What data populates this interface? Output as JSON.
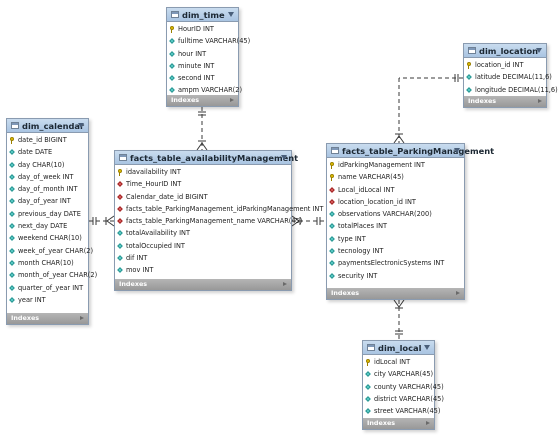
{
  "indexes_label": "Indexes",
  "colors": {
    "header": "#b3cbe5",
    "primary_key": "#e7c300",
    "column": "#5fd0cc",
    "foreign_key": "#e06060",
    "footer": "#a5a5a5"
  },
  "tables": [
    {
      "id": "dim-time",
      "title": "dim_time",
      "columns": [
        {
          "icon": "pk",
          "text": "HourID INT"
        },
        {
          "icon": "col",
          "text": "fulltime VARCHAR(45)"
        },
        {
          "icon": "col",
          "text": "hour INT"
        },
        {
          "icon": "col",
          "text": "minute INT"
        },
        {
          "icon": "col",
          "text": "second INT"
        },
        {
          "icon": "col",
          "text": "ampm VARCHAR(2)"
        }
      ]
    },
    {
      "id": "dim-location",
      "title": "dim_location",
      "columns": [
        {
          "icon": "pk",
          "text": "location_id INT"
        },
        {
          "icon": "col",
          "text": "latitude DECIMAL(11,6)"
        },
        {
          "icon": "col",
          "text": "longitude DECIMAL(11,6)"
        }
      ]
    },
    {
      "id": "dim-calendar",
      "title": "dim_calendar",
      "columns": [
        {
          "icon": "pk",
          "text": "date_id BIGINT"
        },
        {
          "icon": "col",
          "text": "date DATE"
        },
        {
          "icon": "col",
          "text": "day CHAR(10)"
        },
        {
          "icon": "col",
          "text": "day_of_week INT"
        },
        {
          "icon": "col",
          "text": "day_of_month INT"
        },
        {
          "icon": "col",
          "text": "day_of_year INT"
        },
        {
          "icon": "col",
          "text": "previous_day DATE"
        },
        {
          "icon": "col",
          "text": "next_day DATE"
        },
        {
          "icon": "col",
          "text": "weekend CHAR(10)"
        },
        {
          "icon": "col",
          "text": "week_of_year CHAR(2)"
        },
        {
          "icon": "col",
          "text": "month CHAR(10)"
        },
        {
          "icon": "col",
          "text": "month_of_year CHAR(2)"
        },
        {
          "icon": "col",
          "text": "quarter_of_year INT"
        },
        {
          "icon": "col",
          "text": "year INT"
        }
      ]
    },
    {
      "id": "facts-availability",
      "title": "facts_table_availabilityManagement",
      "columns": [
        {
          "icon": "pk",
          "text": "idavailability INT"
        },
        {
          "icon": "fk",
          "text": "Time_HourID INT"
        },
        {
          "icon": "fk",
          "text": "Calendar_date_id BIGINT"
        },
        {
          "icon": "fk",
          "text": "facts_table_ParkingManagement_idParkingManagement INT"
        },
        {
          "icon": "fk",
          "text": "facts_table_ParkingManagement_name VARCHAR(45)"
        },
        {
          "icon": "col",
          "text": "totalAvailability INT"
        },
        {
          "icon": "col",
          "text": "totalOccupied INT"
        },
        {
          "icon": "col",
          "text": "dif INT"
        },
        {
          "icon": "col",
          "text": "mov INT"
        }
      ]
    },
    {
      "id": "facts-parking",
      "title": "facts_table_ParkingManagement",
      "columns": [
        {
          "icon": "pk",
          "text": "idParkingManagement INT"
        },
        {
          "icon": "pk",
          "text": "name VARCHAR(45)"
        },
        {
          "icon": "fk",
          "text": "Local_idLocal INT"
        },
        {
          "icon": "fk",
          "text": "location_location_id INT"
        },
        {
          "icon": "col",
          "text": "observations VARCHAR(200)"
        },
        {
          "icon": "col",
          "text": "totalPlaces INT"
        },
        {
          "icon": "col",
          "text": "type INT"
        },
        {
          "icon": "col",
          "text": "tecnology INT"
        },
        {
          "icon": "col",
          "text": "paymentsElectronicSystems INT"
        },
        {
          "icon": "col",
          "text": "security INT"
        }
      ]
    },
    {
      "id": "dim-local",
      "title": "dim_local",
      "columns": [
        {
          "icon": "pk",
          "text": "idLocal INT"
        },
        {
          "icon": "col",
          "text": "city VARCHAR(45)"
        },
        {
          "icon": "col",
          "text": "county VARCHAR(45)"
        },
        {
          "icon": "col",
          "text": "district VARCHAR(45)"
        },
        {
          "icon": "col",
          "text": "street VARCHAR(45)"
        }
      ]
    }
  ]
}
